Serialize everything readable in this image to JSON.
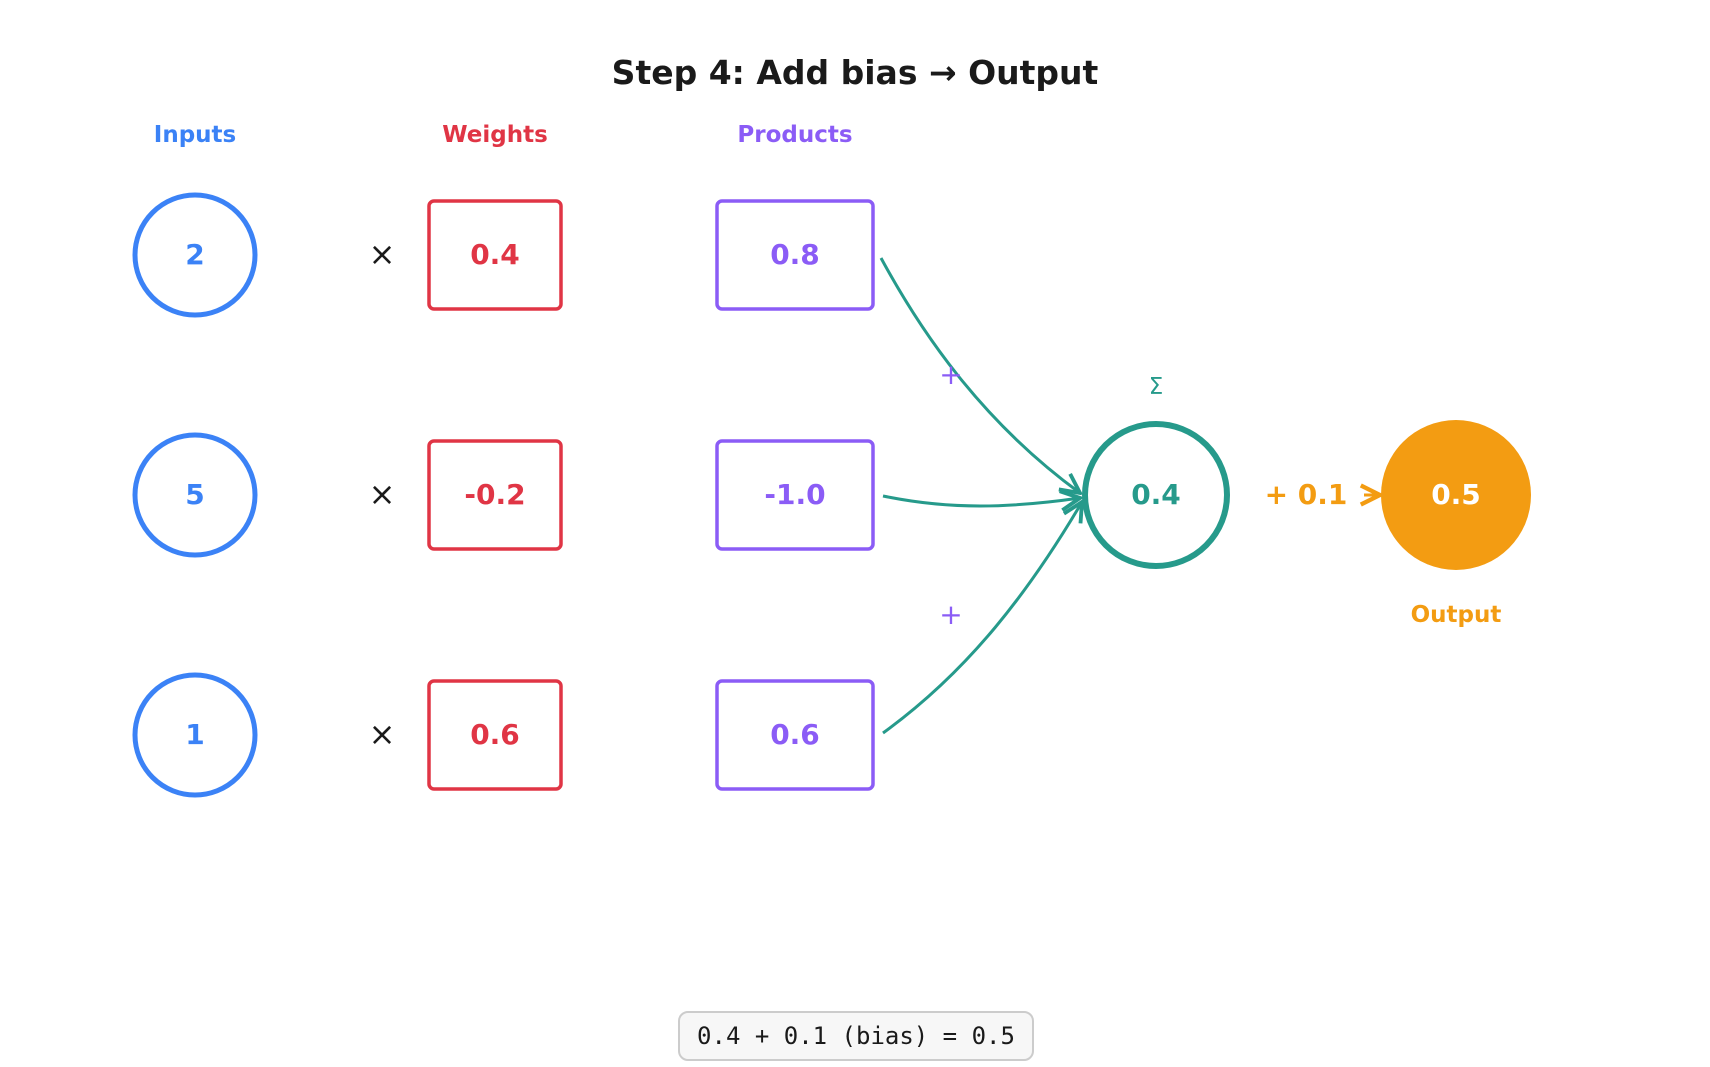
{
  "title": "Step 4: Add bias → Output",
  "headers": {
    "inputs": "Inputs",
    "weights": "Weights",
    "products": "Products"
  },
  "rows": [
    {
      "input": "2",
      "op": "×",
      "weight": "0.4",
      "product": "0.8"
    },
    {
      "input": "5",
      "op": "×",
      "weight": "-0.2",
      "product": "-1.0"
    },
    {
      "input": "1",
      "op": "×",
      "weight": "0.6",
      "product": "0.6"
    }
  ],
  "plus_signs": [
    "+",
    "+"
  ],
  "sum": {
    "symbol": "Σ",
    "value": "0.4"
  },
  "bias": {
    "label": "+ 0.1"
  },
  "output": {
    "value": "0.5",
    "label": "Output"
  },
  "equation": "0.4 + 0.1 (bias) = 0.5",
  "colors": {
    "input": "#3b82f6",
    "weight": "#e03545",
    "product": "#8b5cf6",
    "sum": "#269a8b",
    "output": "#f39c12",
    "text": "#1a1a1a"
  }
}
